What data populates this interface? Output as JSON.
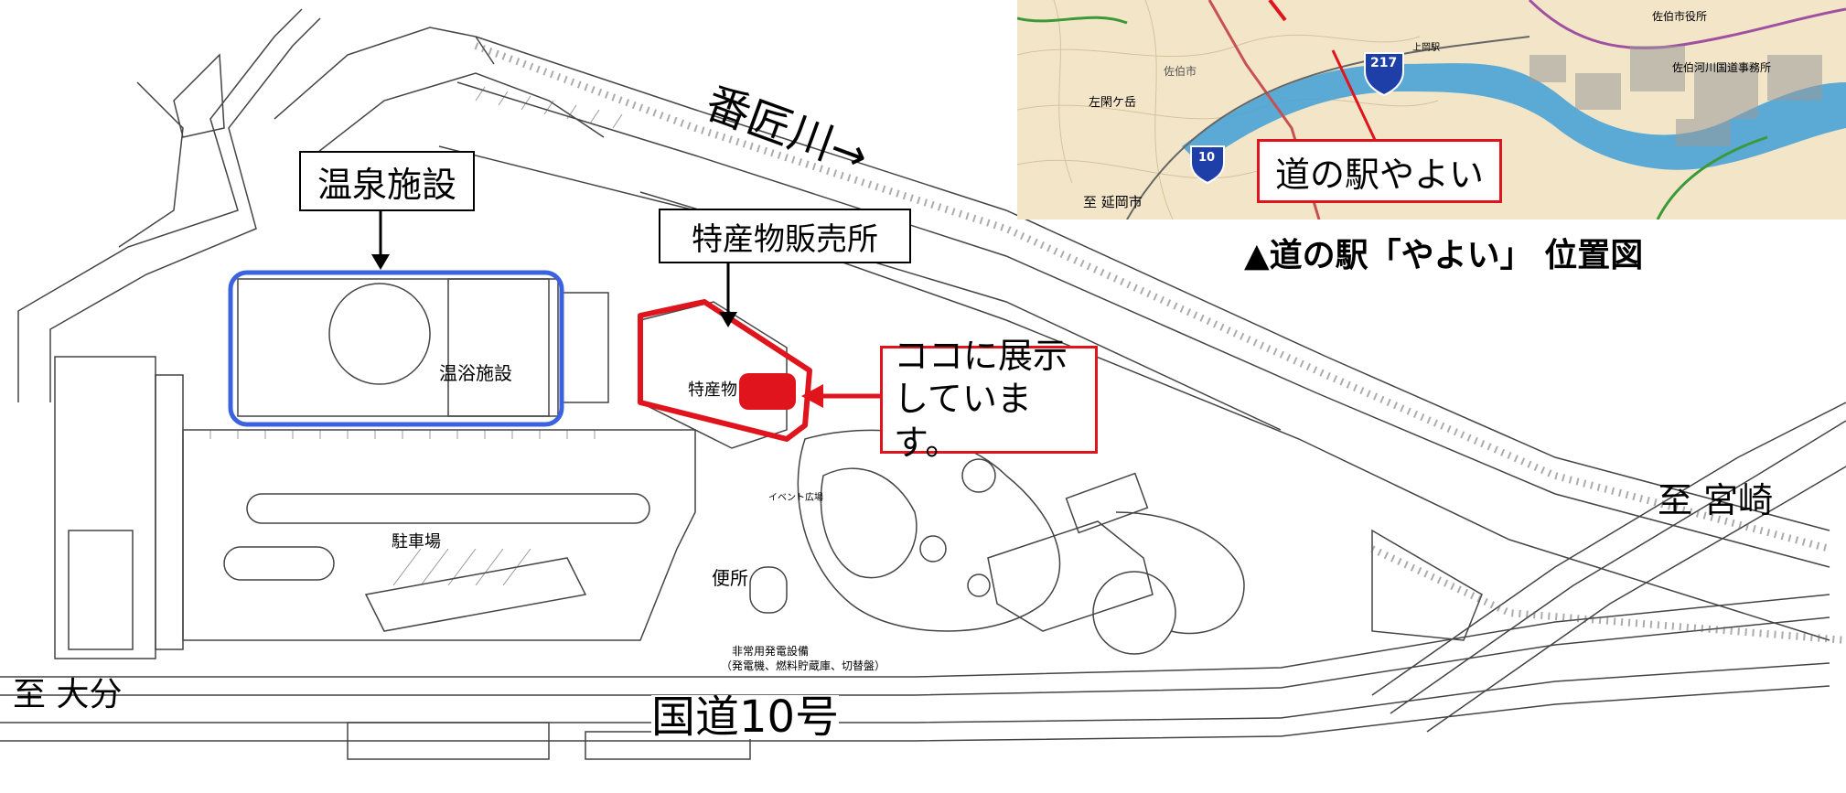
{
  "labels": {
    "onsen_callout": "温泉施設",
    "tokusan_callout": "特産物販売所",
    "exhibit_line1": "ココに展示",
    "exhibit_line2": "しています。",
    "river": "番匠川→",
    "to_miyazaki": "至 宮崎",
    "to_oita": "至 大分",
    "route10": "国道10号",
    "onyoku_shisetsu": "温浴施設",
    "tokusan_small": "特産物",
    "parking": "駐車場",
    "toilet": "便所",
    "generator_1": "非常用発電設備",
    "generator_2": "（発電機、燃料貯蔵庫、切替盤）",
    "event_area": "イベント広場"
  },
  "inset_map": {
    "caption": "▲道の駅「やよい」 位置図",
    "station_label": "道の駅やよい",
    "to_nobeoka": "至 延岡市",
    "mountain": "左閑ケ岳",
    "city": "佐伯市",
    "city_hall": "佐伯市役所",
    "kamioka_station": "上岡駅",
    "river_office": "佐伯河川国道事務所",
    "route_217": "217",
    "route_10": "10"
  },
  "colors": {
    "onsen_outline": "#3b63e0",
    "exhibit_red": "#e0141c",
    "line": "#333333",
    "map_land": "#f3e6c8",
    "map_river": "#4aa3d6",
    "route_shield": "#1f3fa8"
  }
}
